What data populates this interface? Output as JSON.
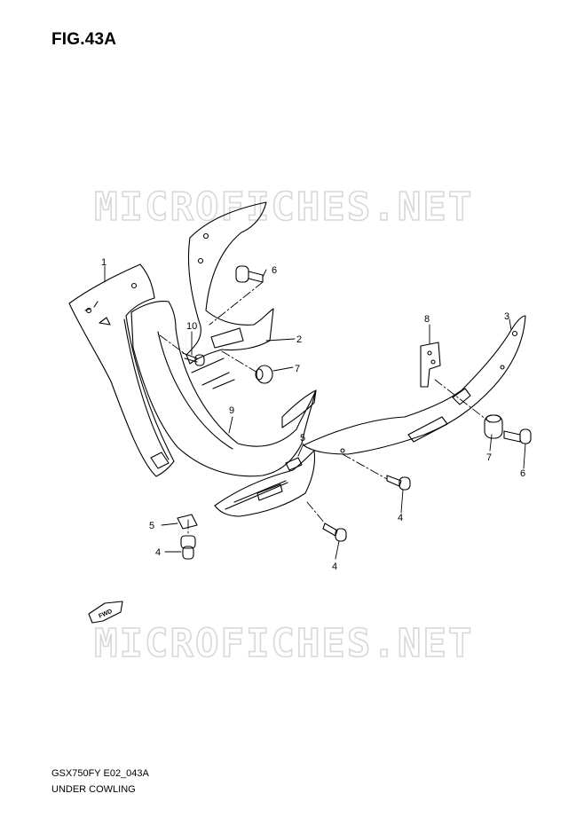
{
  "figure": {
    "title": "FIG.43A",
    "code": "GSX750FY E02_043A",
    "name": "UNDER COWLING"
  },
  "watermark": {
    "text": "MICROFICHES.NET"
  },
  "fwd_badge": {
    "label": "FWD"
  },
  "callouts": [
    {
      "id": "c1",
      "label": "1"
    },
    {
      "id": "c6a",
      "label": "6"
    },
    {
      "id": "c10",
      "label": "10"
    },
    {
      "id": "c2",
      "label": "2"
    },
    {
      "id": "c7a",
      "label": "7"
    },
    {
      "id": "c9",
      "label": "9"
    },
    {
      "id": "c8",
      "label": "8"
    },
    {
      "id": "c3",
      "label": "3"
    },
    {
      "id": "c5a",
      "label": "5"
    },
    {
      "id": "c7b",
      "label": "7"
    },
    {
      "id": "c6b",
      "label": "6"
    },
    {
      "id": "c4a",
      "label": "4"
    },
    {
      "id": "c5b",
      "label": "5"
    },
    {
      "id": "c4b",
      "label": "4"
    },
    {
      "id": "c4c",
      "label": "4"
    }
  ],
  "colors": {
    "line": "#000000",
    "watermark": "#d8d8d8"
  }
}
